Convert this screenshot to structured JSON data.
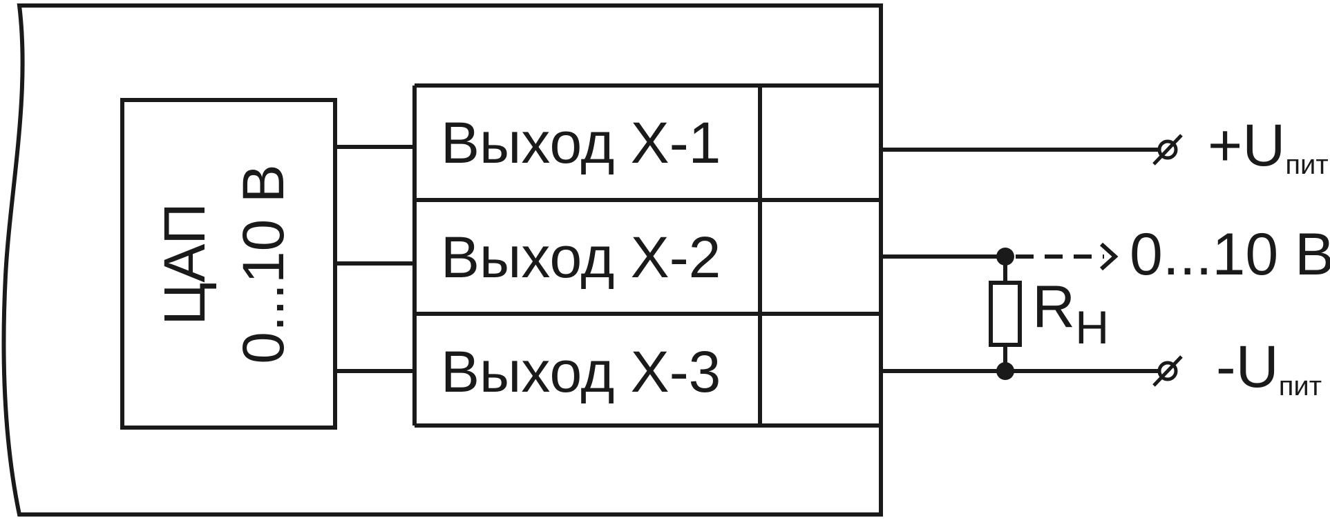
{
  "device": {
    "dac_title": "ЦАП",
    "dac_range": "0...10 В"
  },
  "outputs": [
    {
      "label": "Выход Х-1"
    },
    {
      "label": "Выход Х-2"
    },
    {
      "label": "Выход Х-3"
    }
  ],
  "terminals": {
    "plus_supply": {
      "main": "+U",
      "sub": "пит"
    },
    "signal": "0...10 В",
    "minus_supply": {
      "main": "-U",
      "sub": "пит"
    }
  },
  "resistor": {
    "main": "R",
    "sub": "Н"
  }
}
